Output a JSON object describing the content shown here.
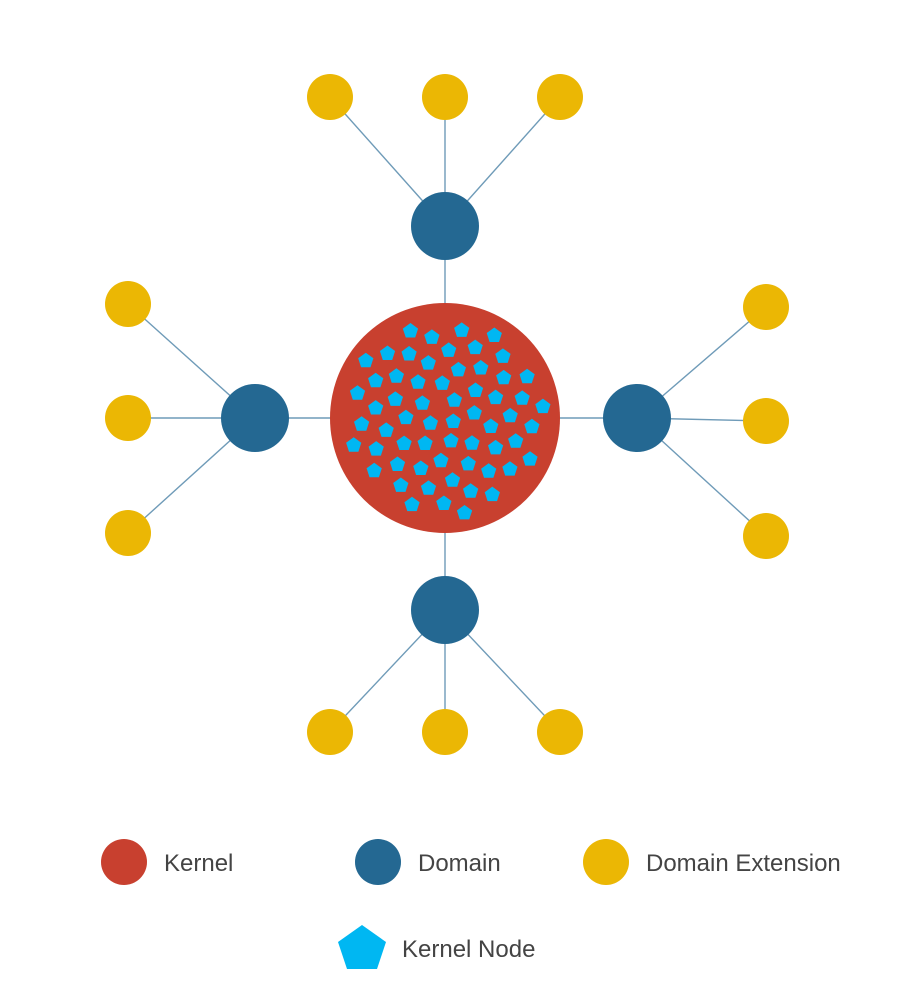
{
  "colors": {
    "kernel": "#c8402f",
    "domain": "#246892",
    "extension": "#ebb704",
    "kernel_node": "#00b7f2",
    "edge": "#6f9bb8",
    "text": "#444444"
  },
  "legend": {
    "kernel": "Kernel",
    "domain": "Domain",
    "extension": "Domain Extension",
    "kernel_node": "Kernel Node"
  },
  "graph": {
    "kernel": {
      "label": "Kernel",
      "kernel_node_count": 61
    },
    "domains": [
      {
        "label": "Domain",
        "position": "top",
        "extension_count": 3
      },
      {
        "label": "Domain",
        "position": "left",
        "extension_count": 3
      },
      {
        "label": "Domain",
        "position": "right",
        "extension_count": 3
      },
      {
        "label": "Domain",
        "position": "bottom",
        "extension_count": 3
      }
    ]
  }
}
